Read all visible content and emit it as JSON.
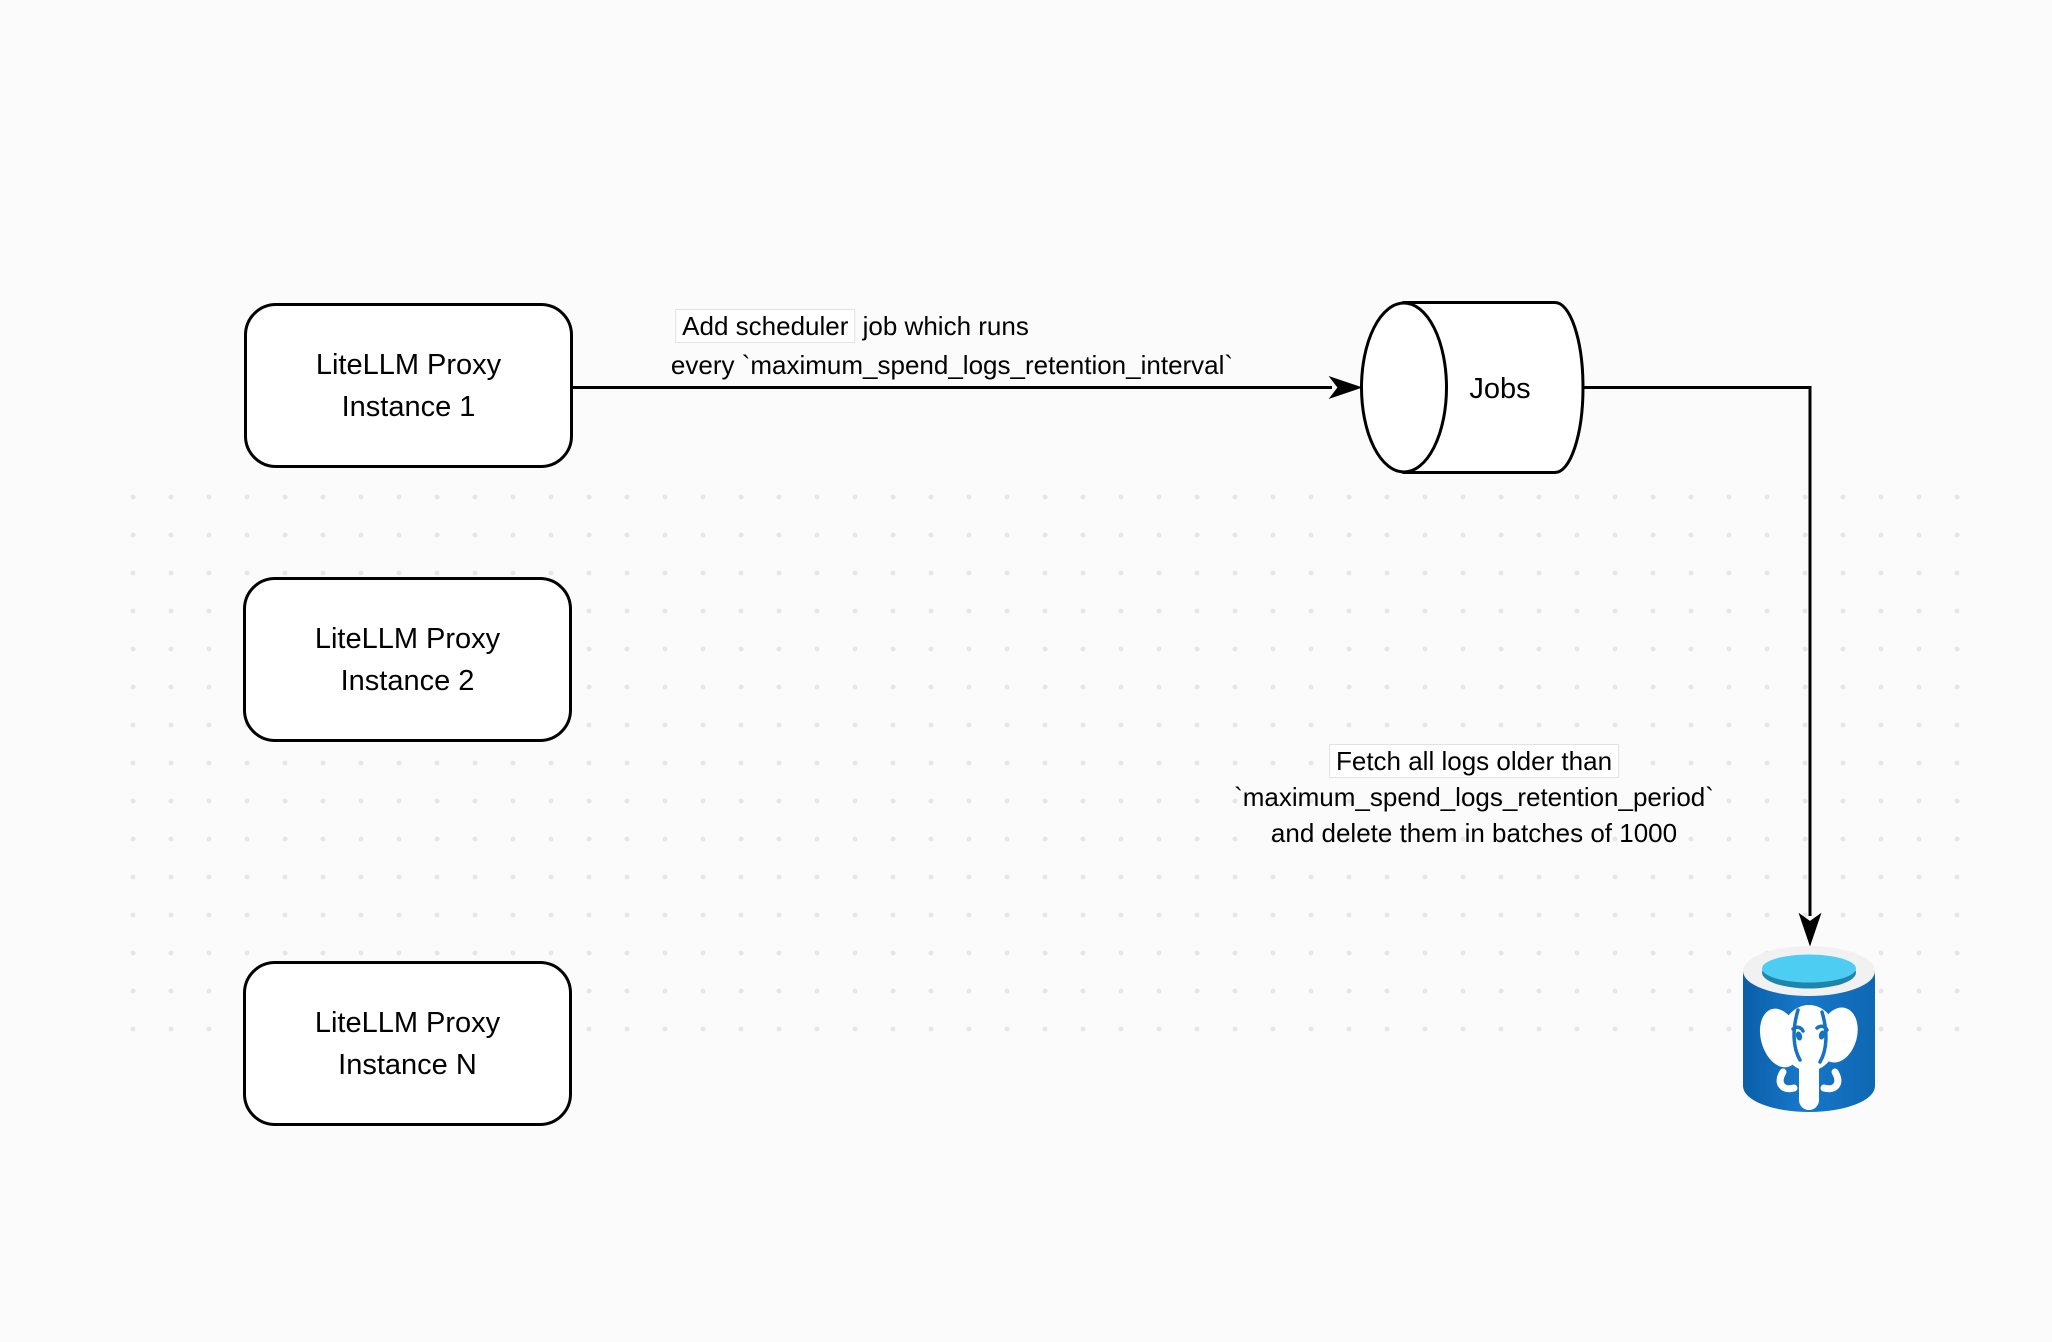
{
  "canvas": {
    "background": "#fbfbfb",
    "grid_dot_color": "#e6e6e6",
    "stroke_color": "#000000"
  },
  "nodes": {
    "instance1": {
      "title": "LiteLLM Proxy",
      "subtitle": "Instance 1"
    },
    "instance2": {
      "title": "LiteLLM Proxy",
      "subtitle": "Instance 2"
    },
    "instance_n": {
      "title": "LiteLLM Proxy",
      "subtitle": "Instance N"
    },
    "jobs": {
      "label": "Jobs"
    }
  },
  "edges": {
    "add_scheduler": {
      "label_part_boxed": "Add scheduler",
      "label_part_rest": " job which runs",
      "label_line2": "every `maximum_spend_logs_retention_interval`"
    },
    "fetch_delete": {
      "label_line1": "Fetch all logs older than",
      "label_line2": "`maximum_spend_logs_retention_period`",
      "label_line3": "and delete them in batches of 1000"
    }
  },
  "icons": {
    "postgres_db": {
      "body_blue": "#1371c0",
      "rim": "#f1f1f1",
      "water_light": "#4ecdf2",
      "water_dark": "#1e86ad",
      "elephant": "#ffffff"
    }
  }
}
